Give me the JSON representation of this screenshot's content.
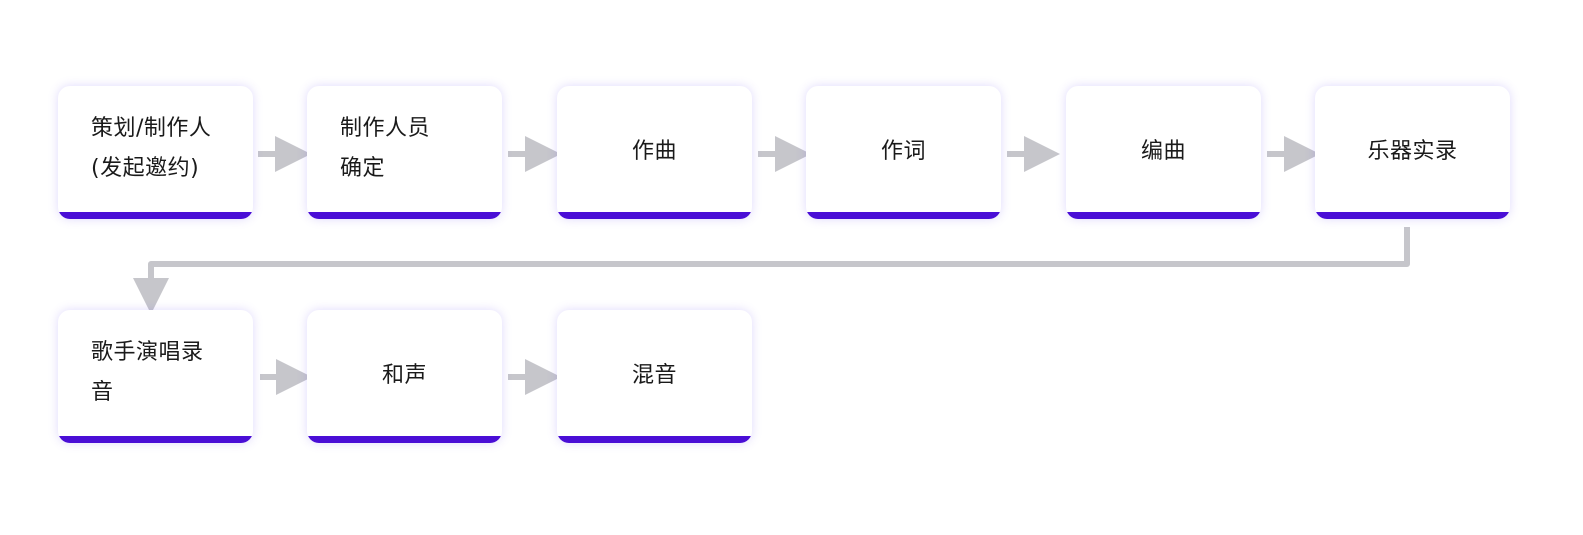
{
  "accent_color": "#4a0ed6",
  "connector_color": "#c6c6cb",
  "steps": [
    {
      "label": "策划/制作人\n(发起邀约)"
    },
    {
      "label": "制作人员\n确定"
    },
    {
      "label": "作曲"
    },
    {
      "label": "作词"
    },
    {
      "label": "编曲"
    },
    {
      "label": "乐器实录"
    },
    {
      "label": "歌手演唱录\n音"
    },
    {
      "label": "和声"
    },
    {
      "label": "混音"
    }
  ]
}
